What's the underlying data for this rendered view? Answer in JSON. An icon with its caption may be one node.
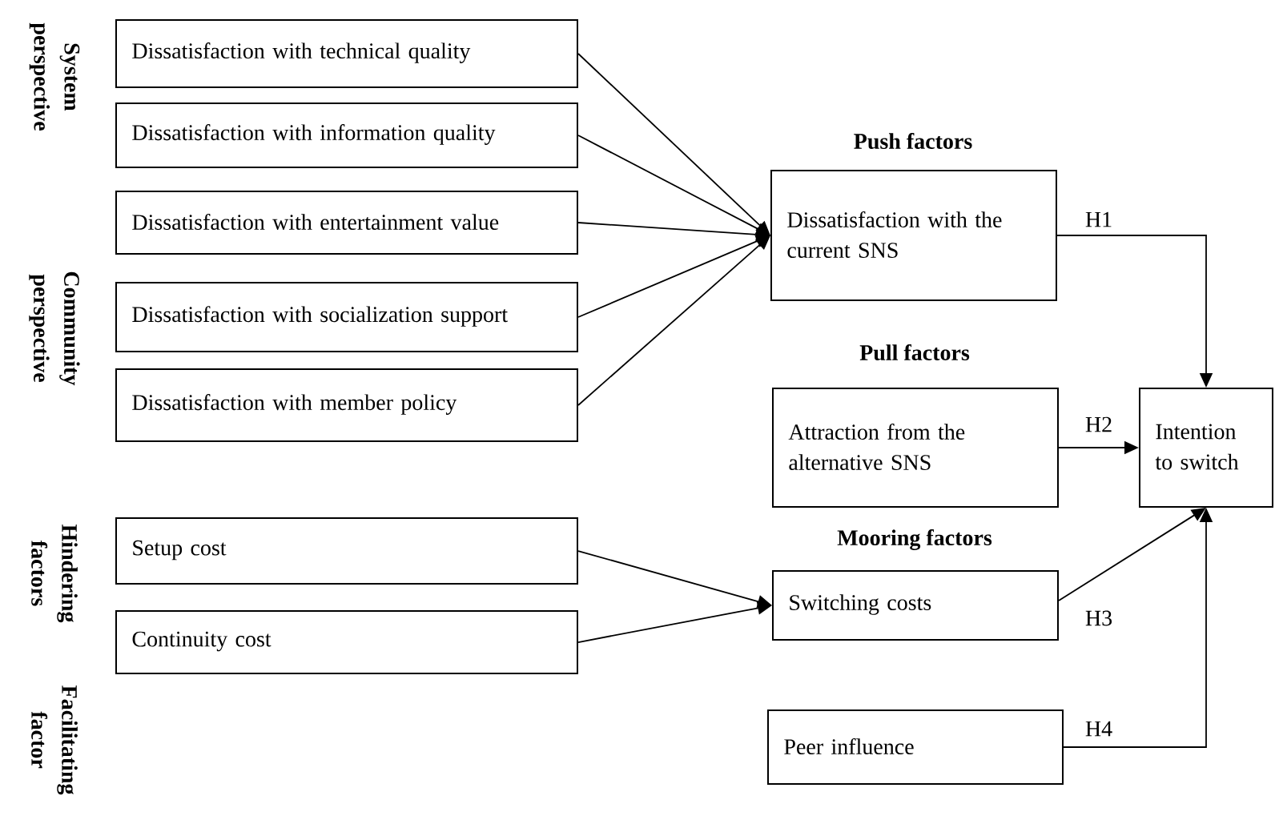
{
  "diagram": {
    "nodes": [
      {
        "text": [
          "Dissatisfaction with technical quality"
        ]
      },
      {
        "text": [
          "Dissatisfaction with information quality"
        ]
      },
      {
        "text": [
          "Dissatisfaction with entertainment value"
        ]
      },
      {
        "text": [
          "Dissatisfaction with socialization support"
        ]
      },
      {
        "text": [
          "Dissatisfaction with member policy"
        ]
      },
      {
        "text": [
          "Dissatisfaction with the current SNS"
        ],
        "beside": [
          "Push factors"
        ]
      },
      {
        "text": [
          "Attraction from the alternative SNS"
        ],
        "beside": [
          "Pull factors"
        ]
      },
      {
        "text": [
          "Intention to switch"
        ]
      },
      {
        "text": [
          "Setup cost"
        ]
      },
      {
        "text": [
          "Continuity cost"
        ]
      },
      {
        "text": [
          "Switching costs"
        ],
        "beside": [
          "Mooring factors"
        ]
      },
      {
        "text": [
          "Peer influence"
        ]
      }
    ],
    "edges": [
      {
        "from": 0,
        "to": 5,
        "arrow": "to"
      },
      {
        "from": 1,
        "to": 5,
        "arrow": "to"
      },
      {
        "from": 2,
        "to": 5,
        "arrow": "to"
      },
      {
        "from": 3,
        "to": 5,
        "arrow": "to"
      },
      {
        "from": 4,
        "to": 5,
        "arrow": "to"
      },
      {
        "from": 5,
        "to": 7,
        "arrow": "to",
        "label": "H1"
      },
      {
        "from": 6,
        "to": 7,
        "arrow": "to",
        "label": "H2"
      },
      {
        "from": 8,
        "to": 10,
        "arrow": "to"
      },
      {
        "from": 9,
        "to": 10,
        "arrow": "to"
      },
      {
        "from": 10,
        "to": 7,
        "arrow": "to",
        "label": "H3"
      },
      {
        "from": 11,
        "to": 7,
        "arrow": "to",
        "label": "H4"
      }
    ],
    "labels": [
      "System perspective",
      "Community perspective",
      "Hindering factors",
      "Facilitating factor"
    ]
  }
}
